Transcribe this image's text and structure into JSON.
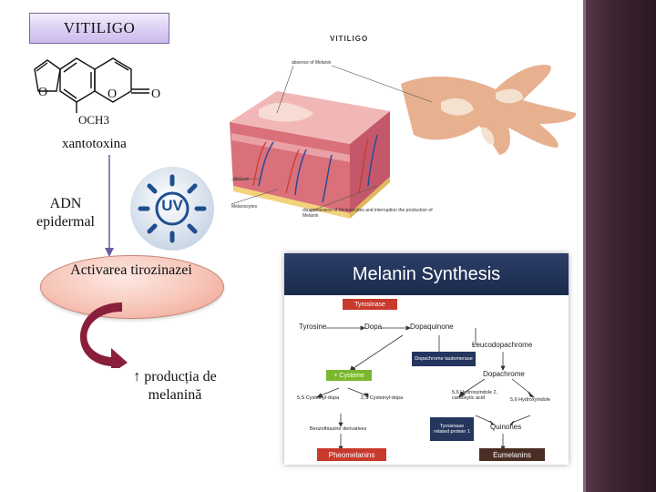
{
  "title": "VITILIGO",
  "chem": {
    "atom_o1": "O",
    "atom_o2": "O",
    "atom_o3": "O",
    "substituent": "OCH3",
    "compound_name": "xantotoxina"
  },
  "labels": {
    "dna": "ADN epidermal",
    "uv": "UV"
  },
  "process": {
    "node": "Activarea tirozinazei",
    "result": "↑ producția de melanină"
  },
  "skin_figure": {
    "title": "VITILIGO",
    "label_absence": "absence of Melanin",
    "label_melanin": "Melanin",
    "label_melanocytes": "Melanocytes",
    "label_disappearance": "disappearance of Melanocytes and interruption the production of Melanin"
  },
  "melanin_synthesis": {
    "header": "Melanin Synthesis",
    "tyrosinase": "Tyrosinase",
    "tyrosine": "Tyrosine",
    "dopa": "Dopa",
    "dopaquinone": "Dopaquinone",
    "leucodopachrome": "Leucodopachrome",
    "dopachrome_tautomerase": "Dopachrome tautomerase",
    "dopachrome": "Dopachrome",
    "cysteine": "+ Cysteine",
    "cysteinyl_5s": "5,S Cysteinyl-dopa",
    "cysteinyl_2s": "2,S Cysteinyl-dopa",
    "hydroxyindole_acid": "5,6 Hydroxyindole 2, carboxylic acid",
    "hydroxyindole": "5,6 Hydroxyindole",
    "benzothiazine": "Benzothiazine derivatives",
    "trp1": "Tyrosinase related protein 1",
    "quinones": "Quinones",
    "pheomelanins": "Pheomelanins",
    "eumelanins": "Eumelanins"
  },
  "colors": {
    "title_box": "#ddd0f4",
    "ellipse": "#f7c5b8",
    "arrow": "#a0284e",
    "uv_blue": "#1f4f8f",
    "sidebar": "#3e2534",
    "ms_header": "#1a2a4c",
    "ms_red": "#c83a2c",
    "ms_green": "#7ab82e",
    "ms_navy": "#24365e"
  }
}
